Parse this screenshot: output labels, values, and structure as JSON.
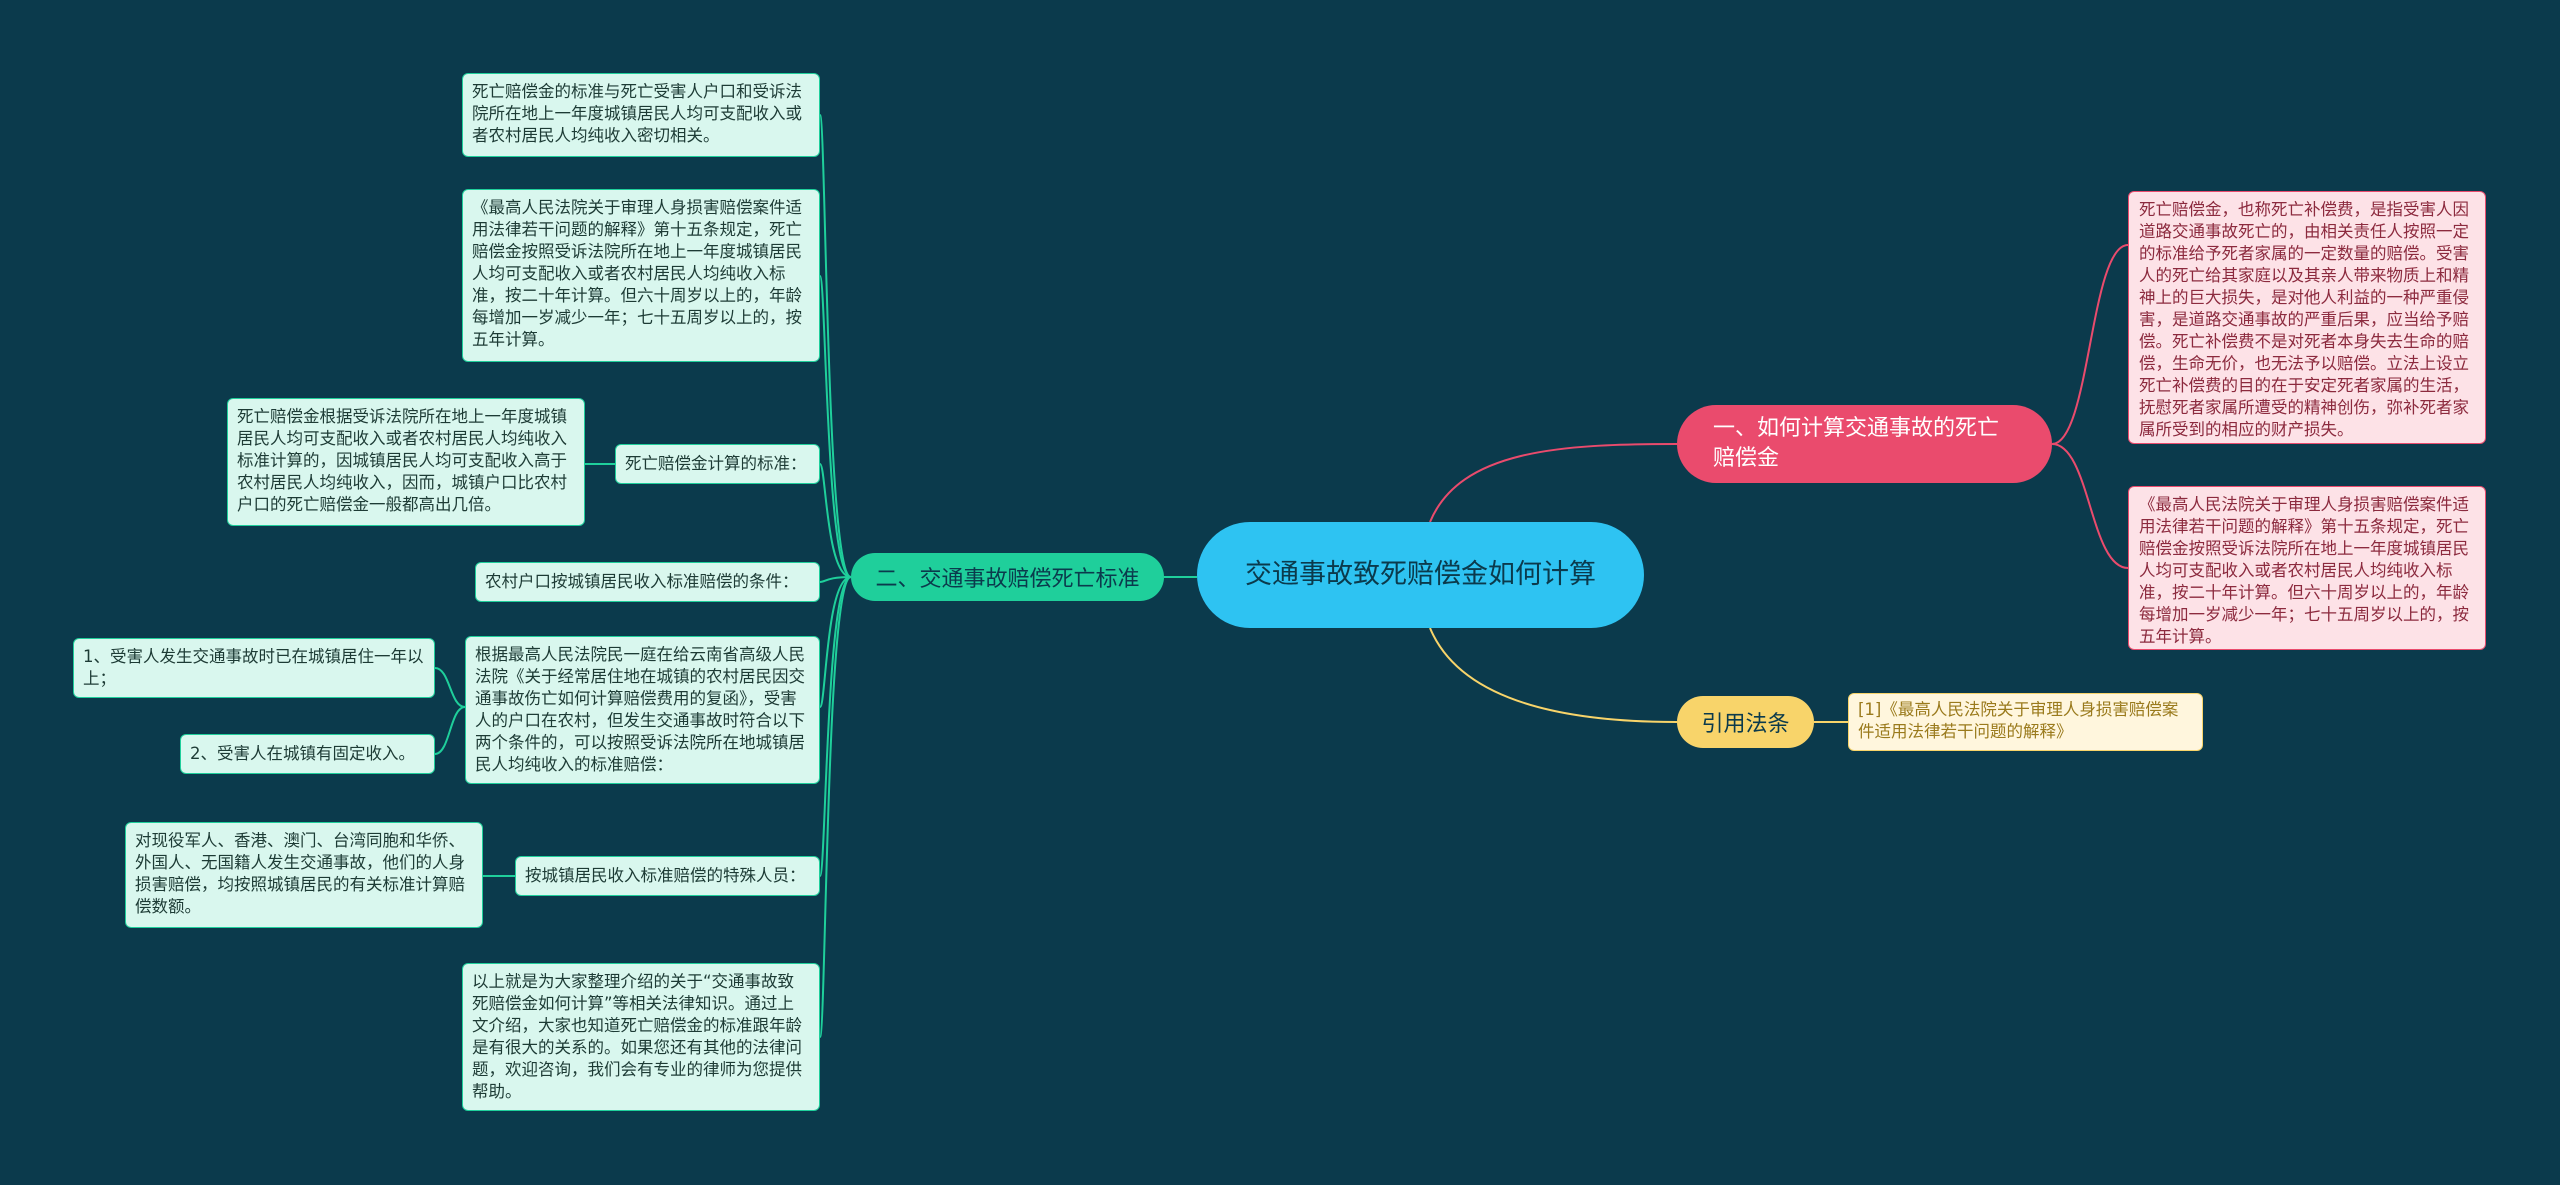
{
  "root": {
    "label": "交通事故致死赔偿金如何计算"
  },
  "branch_calc": {
    "label": "一、如何计算交通事故的死亡赔偿金",
    "children": [
      "死亡赔偿金，也称死亡补偿费，是指受害人因道路交通事故死亡的，由相关责任人按照一定的标准给予死者家属的一定数量的赔偿。受害人的死亡给其家庭以及其亲人带来物质上和精神上的巨大损失，是对他人利益的一种严重侵害，是道路交通事故的严重后果，应当给予赔偿。死亡补偿费不是对死者本身失去生命的赔偿，生命无价，也无法予以赔偿。立法上设立死亡补偿费的目的在于安定死者家属的生活，抚慰死者家属所遭受的精神创伤，弥补死者家属所受到的相应的财产损失。",
      "《最高人民法院关于审理人身损害赔偿案件适用法律若干问题的解释》第十五条规定，死亡赔偿金按照受诉法院所在地上一年度城镇居民人均可支配收入或者农村居民人均纯收入标准，按二十年计算。但六十周岁以上的，年龄每增加一岁减少一年；七十五周岁以上的，按五年计算。"
    ]
  },
  "branch_standard": {
    "label": "二、交通事故赔偿死亡标准",
    "items": {
      "n1": "死亡赔偿金的标准与死亡受害人户口和受诉法院所在地上一年度城镇居民人均可支配收入或者农村居民人均纯收入密切相关。",
      "n2": "《最高人民法院关于审理人身损害赔偿案件适用法律若干问题的解释》第十五条规定，死亡赔偿金按照受诉法院所在地上一年度城镇居民人均可支配收入或者农村居民人均纯收入标准，按二十年计算。但六十周岁以上的，年龄每增加一岁减少一年；七十五周岁以上的，按五年计算。",
      "n3_label": "死亡赔偿金计算的标准：",
      "n3_detail": "死亡赔偿金根据受诉法院所在地上一年度城镇居民人均可支配收入或者农村居民人均纯收入标准计算的，因城镇居民人均可支配收入高于农村居民人均纯收入，因而，城镇户口比农村户口的死亡赔偿金一般都高出几倍。",
      "n4_label": "农村户口按城镇居民收入标准赔偿的条件：",
      "n4_detail": "根据最高人民法院民一庭在给云南省高级人民法院《关于经常居住地在城镇的农村居民因交通事故伤亡如何计算赔偿费用的复函》，受害人的户口在农村，但发生交通事故时符合以下两个条件的，可以按照受诉法院所在地城镇居民人均纯收入的标准赔偿：",
      "n4_cond1": "1、受害人发生交通事故时已在城镇居住一年以上；",
      "n4_cond2": "2、受害人在城镇有固定收入。",
      "n5_label": "按城镇居民收入标准赔偿的特殊人员：",
      "n5_detail": "对现役军人、香港、澳门、台湾同胞和华侨、外国人、无国籍人发生交通事故，他们的人身损害赔偿，均按照城镇居民的有关标准计算赔偿数额。",
      "n6": "以上就是为大家整理介绍的关于“交通事故致死赔偿金如何计算”等相关法律知识。通过上文介绍，大家也知道死亡赔偿金的标准跟年龄是有很大的关系的。如果您还有其他的法律问题，欢迎咨询，我们会有专业的律师为您提供帮助。"
    }
  },
  "branch_cite": {
    "label": "引用法条",
    "child": "[1]《最高人民法院关于审理人身损害赔偿案件适用法律若干问题的解释》"
  },
  "colors": {
    "background": "#0b3a4c",
    "root": "#2ec3f2",
    "calc": "#ea4b6d",
    "standard": "#1fcf9b",
    "cite": "#f8d46a"
  }
}
